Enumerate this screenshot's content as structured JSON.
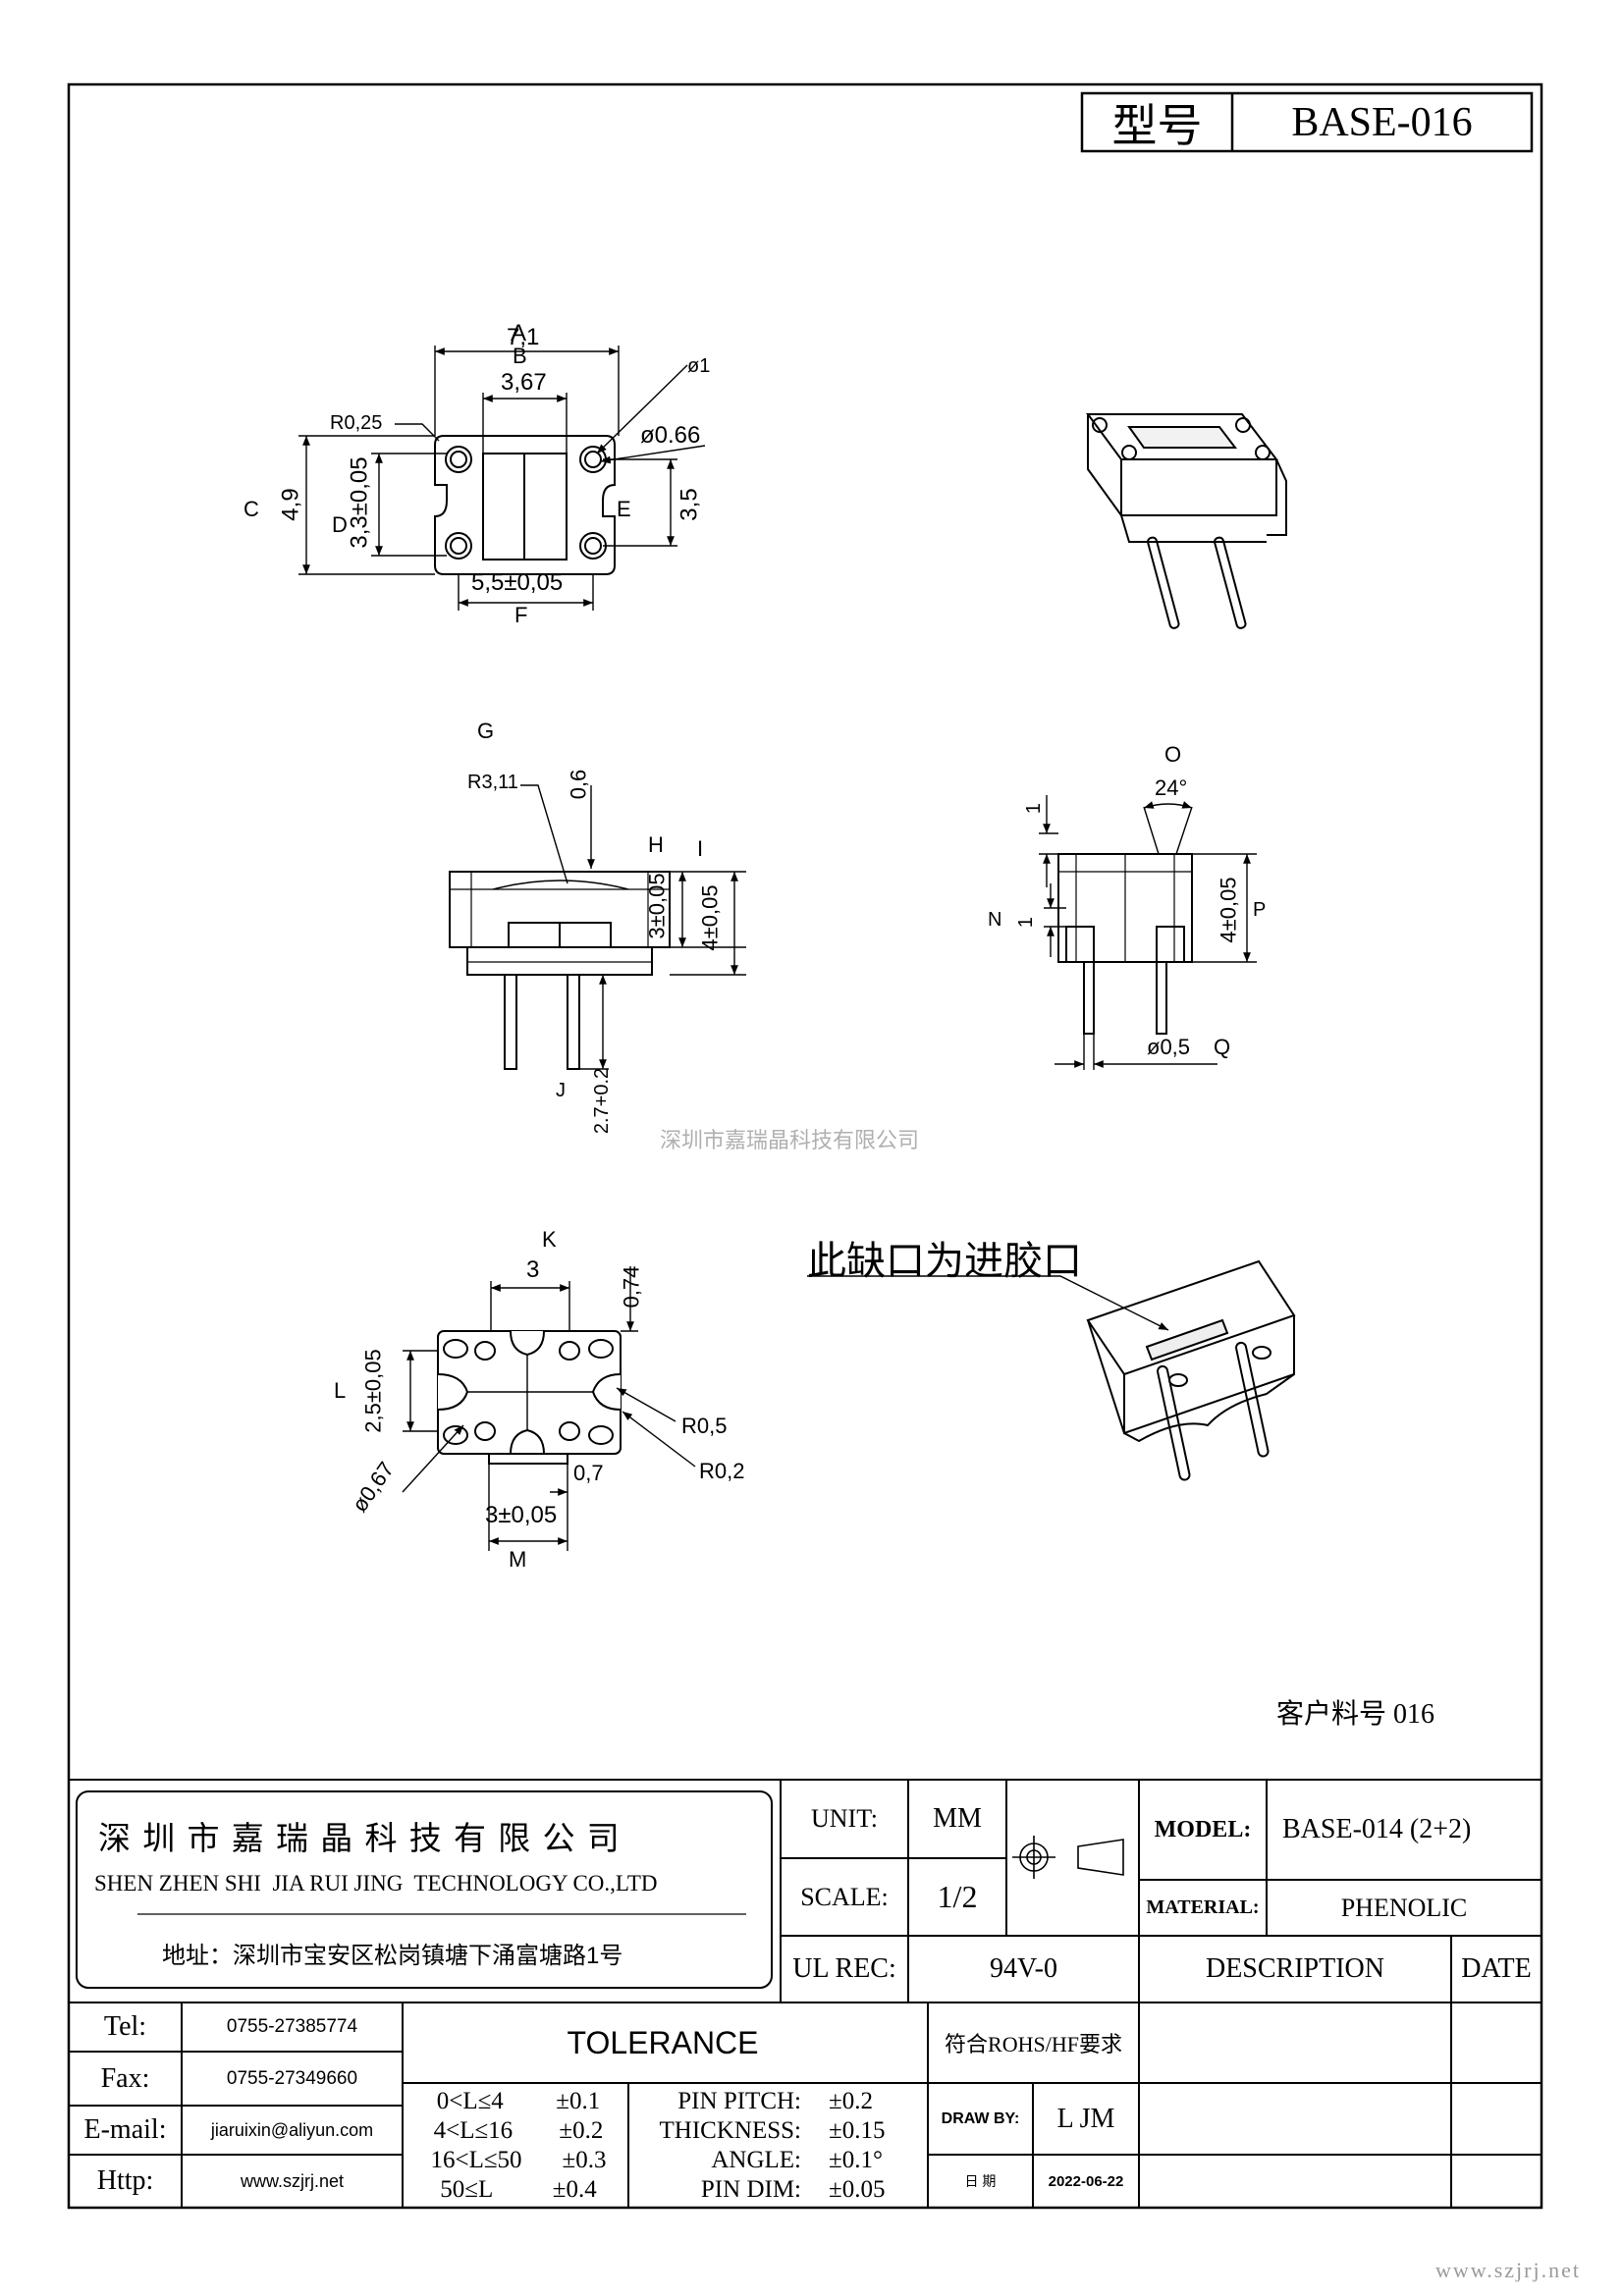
{
  "title_block": {
    "model_label": "型号",
    "model_value": "BASE-016"
  },
  "views": {
    "top": {
      "dims": {
        "a": "7,1",
        "b": "3,67",
        "r": "R0,25",
        "phi1": "ø1",
        "phi066": "ø0.66",
        "c": "4,9",
        "d": "3,3±0,05",
        "e": "3,5",
        "f": "5,5±0,05"
      },
      "circles": {
        "a": "A",
        "b": "B",
        "c": "C",
        "d": "D",
        "e": "E",
        "f": "F"
      }
    },
    "front": {
      "dims": {
        "r": "R3,11",
        "t": "0,6",
        "h": "3±0,05",
        "i": "4±0,05",
        "j": "2.7+0.2"
      },
      "circles": {
        "g": "G",
        "h": "H",
        "i": "I",
        "j": "J"
      }
    },
    "side": {
      "dims": {
        "angle": "24°",
        "one_top": "1",
        "one_left": "1",
        "p": "4±0,05",
        "q": "ø0,5"
      },
      "circles": {
        "o": "O",
        "n": "N",
        "p": "P",
        "q": "Q"
      }
    },
    "bottom": {
      "dims": {
        "k": "3",
        "t": "0,74",
        "l": "2,5±0,05",
        "r05": "R0,5",
        "r02": "R0,2",
        "phi": "ø0,67",
        "w": "0,7",
        "m": "3±0,05"
      },
      "circles": {
        "k": "K",
        "l": "L",
        "m": "M"
      }
    }
  },
  "watermark": "深圳市嘉瑞晶科技有限公司",
  "gate_note": "此缺口为进胶口",
  "customer_part": "客户料号 016",
  "company": {
    "name_cn": "深 圳 市 嘉 瑞 晶 科 技 有 限 公 司",
    "name_en": "SHEN ZHEN SHI  JIA RUI JING  TECHNOLOGY CO.,LTD",
    "address": "地址：深圳市宝安区松岗镇塘下涌富塘路1号"
  },
  "specs": {
    "unit_label": "UNIT:",
    "unit_value": "MM",
    "scale_label": "SCALE:",
    "scale_value": "1/2",
    "ul_label": "UL REC:",
    "ul_value": "94V-0",
    "model_label": "MODEL:",
    "model_value": "BASE-014 (2+2)",
    "material_label": "MATERIAL:",
    "material_value": "PHENOLIC",
    "description_label": "DESCRIPTION",
    "date_label": "DATE"
  },
  "contact": [
    {
      "label": "Tel:",
      "value": "0755-27385774"
    },
    {
      "label": "Fax:",
      "value": "0755-27349660"
    },
    {
      "label": "E-mail:",
      "value": "jiaruixin@aliyun.com"
    },
    {
      "label": "Http:",
      "value": "www.szjrj.net"
    }
  ],
  "tolerance": {
    "title": "TOLERANCE",
    "ranges": [
      {
        "range": "0<L≤4",
        "tol": "±0.1"
      },
      {
        "range": "4<L≤16",
        "tol": "±0.2"
      },
      {
        "range": "16<L≤50",
        "tol": "±0.3"
      },
      {
        "range": "50≤L",
        "tol": "±0.4"
      }
    ],
    "params": [
      {
        "name": "PIN PITCH:",
        "tol": "±0.2"
      },
      {
        "name": "THICKNESS:",
        "tol": "±0.15"
      },
      {
        "name": "ANGLE:",
        "tol": "±0.1°"
      },
      {
        "name": "PIN DIM:",
        "tol": "±0.05"
      }
    ]
  },
  "compliance": "符合ROHS/HF要求",
  "drawn_by_label": "DRAW BY:",
  "drawn_by": "L JM",
  "date_label_cn": "日 期",
  "date_value": "2022-06-22",
  "footer_url": "www.szjrj.net"
}
